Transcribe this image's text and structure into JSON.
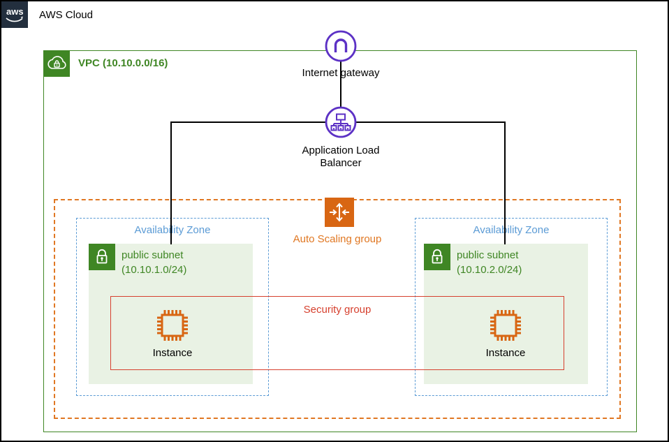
{
  "title_bar": {
    "logo": "aws",
    "title": "AWS Cloud"
  },
  "vpc": {
    "label": "VPC (10.10.0.0/16)"
  },
  "internet_gateway": {
    "label": "Internet gateway"
  },
  "load_balancer": {
    "line1": "Application Load",
    "line2": "Balancer"
  },
  "auto_scaling_group": {
    "label": "Auto Scaling group"
  },
  "security_group": {
    "label": "Security group"
  },
  "availability_zones": [
    {
      "label": "Availability Zone",
      "subnet": {
        "line1": "public subnet",
        "line2": "(10.10.1.0/24)"
      },
      "instance": {
        "label": "Instance"
      }
    },
    {
      "label": "Availability Zone",
      "subnet": {
        "line1": "public subnet",
        "line2": "(10.10.2.0/24)"
      },
      "instance": {
        "label": "Instance"
      }
    }
  ],
  "colors": {
    "aws_navy": "#232F3E",
    "vpc_green": "#3F8624",
    "subnet_fill": "#E9F2E4",
    "gateway_purple": "#5C31C5",
    "asg_orange": "#E07722",
    "security_red": "#D6402E",
    "az_blue": "#5B9BD5",
    "instance_orange": "#D86613",
    "connector_black": "#000000"
  }
}
